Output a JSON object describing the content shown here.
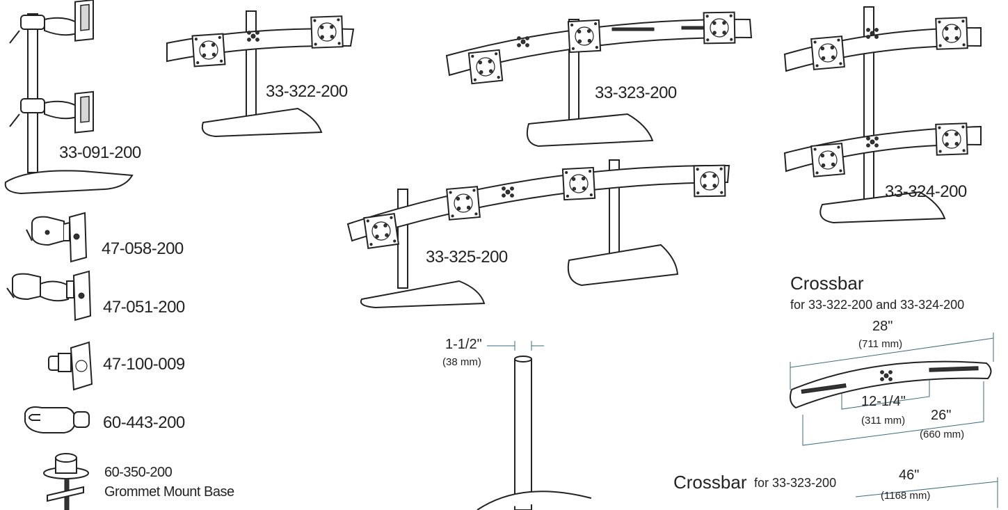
{
  "products": [
    {
      "code": "33-091-200"
    },
    {
      "code": "33-322-200"
    },
    {
      "code": "33-323-200"
    },
    {
      "code": "33-324-200"
    },
    {
      "code": "33-325-200"
    },
    {
      "code": "47-058-200"
    },
    {
      "code": "47-051-200"
    },
    {
      "code": "47-100-009"
    },
    {
      "code": "60-443-200"
    },
    {
      "code": "60-350-200",
      "subtitle": "Grommet Mount Base"
    }
  ],
  "pole": {
    "diameter": "1-1/2\"",
    "diameter_mm": "(38 mm)"
  },
  "crossbar_1": {
    "title": "Crossbar",
    "subtitle": "for 33-322-200 and 33-324-200",
    "overall": "28\"",
    "overall_mm": "(711 mm)",
    "inner": "12-1/4\"",
    "inner_mm": "(311 mm)",
    "mid": "26\"",
    "mid_mm": "(660 mm)"
  },
  "crossbar_2": {
    "title": "Crossbar",
    "subtitle": "for 33-323-200",
    "overall": "46\"",
    "overall_mm": "(1168 mm)"
  }
}
